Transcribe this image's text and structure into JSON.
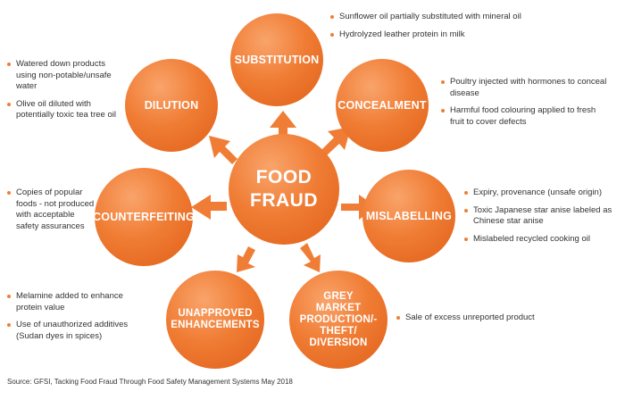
{
  "center": {
    "label": "FOOD FRAUD",
    "color": "#f07d35"
  },
  "nodes": [
    {
      "id": "substitution",
      "label": "SUBSTITUTION"
    },
    {
      "id": "concealment",
      "label": "CONCEALMENT"
    },
    {
      "id": "mislabelling",
      "label": "MISLABELLING"
    },
    {
      "id": "grey-market",
      "label": "GREY MARKET PRODUCTION/- THEFT/ DIVERSION"
    },
    {
      "id": "unapproved",
      "label": "UNAPPROVED ENHANCEMENTS"
    },
    {
      "id": "counterfeiting",
      "label": "COUNTERFEITING"
    },
    {
      "id": "dilution",
      "label": "DILUTION"
    }
  ],
  "notes": {
    "substitution": [
      "Sunflower oil partially substituted with mineral oil",
      "Hydrolyzed leather protein in milk"
    ],
    "concealment": [
      "Poultry injected with hormones to conceal disease",
      "Harmful food colouring applied to fresh fruit to cover defects"
    ],
    "mislabelling": [
      "Expiry, provenance (unsafe origin)",
      "Toxic Japanese star anise labeled as Chinese star anise",
      "Mislabeled recycled cooking oil"
    ],
    "grey-market": [
      "Sale of excess unreported product"
    ],
    "unapproved": [
      "Melamine added to enhance protein value",
      "Use of unauthorized additives (Sudan dyes in spices)"
    ],
    "counterfeiting": [
      "Copies of popular foods - not produced with acceptable safety assurances"
    ],
    "dilution": [
      "Watered down products using non-potable/unsafe water",
      "Olive oil diluted with potentially toxic tea tree oil"
    ]
  },
  "source": "Source: GFSI, Tacking Food Fraud Through Food Safety Management Systems May 2018"
}
